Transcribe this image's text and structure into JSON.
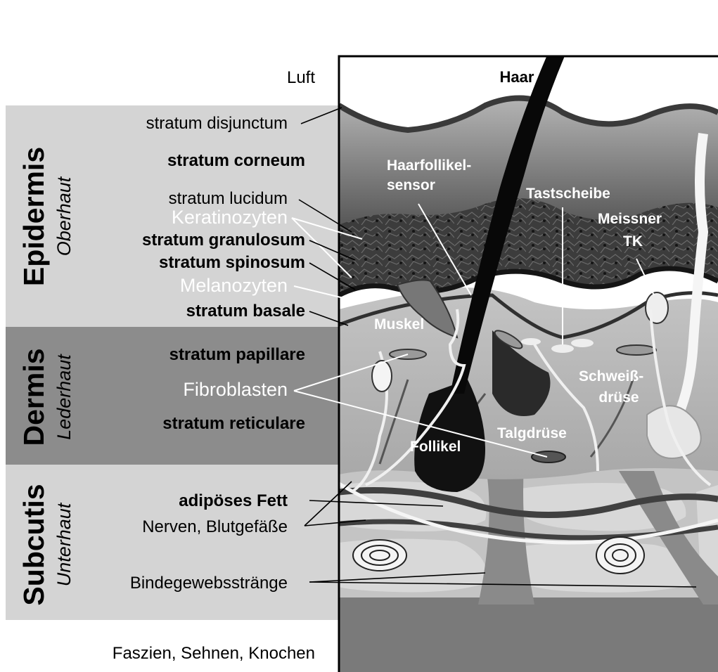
{
  "layers": {
    "epidermis": {
      "title": "Epidermis",
      "subtitle": "Oberhaut"
    },
    "dermis": {
      "title": "Dermis",
      "subtitle": "Lederhaut"
    },
    "subcutis": {
      "title": "Subcutis",
      "subtitle": "Unterhaut"
    }
  },
  "labels": {
    "luft": "Luft",
    "stratum_disjunctum": "stratum disjunctum",
    "stratum_corneum": "stratum corneum",
    "stratum_lucidum": "stratum lucidum",
    "keratinozyten": "Keratinozyten",
    "stratum_granulosum": "stratum granulosum",
    "stratum_spinosum": "stratum spinosum",
    "melanozyten": "Melanozyten",
    "stratum_basale": "stratum basale",
    "stratum_papillare": "stratum papillare",
    "fibroblasten": "Fibroblasten",
    "stratum_reticulare": "stratum reticulare",
    "adiposes_fett": "adipöses Fett",
    "nerven": "Nerven, Blutgefäße",
    "bindegewebsstraenge": "Bindegewebsstränge",
    "faszien": "Faszien, Sehnen, Knochen"
  },
  "inner_labels": {
    "haar": "Haar",
    "haarfollikel_1": "Haarfollikel-",
    "haarfollikel_2": "sensor",
    "tastscheibe": "Tastscheibe",
    "meissner_1": "Meissner",
    "meissner_2": "TK",
    "muskel": "Muskel",
    "schweiss_1": "Schweiß-",
    "schweiss_2": "drüse",
    "talgdruese": "Talgdrüse",
    "follikel": "Follikel"
  },
  "colors": {
    "epidermis_band": "#d4d4d4",
    "dermis_band": "#8c8c8c",
    "subcutis_band": "#d4d4d4"
  }
}
